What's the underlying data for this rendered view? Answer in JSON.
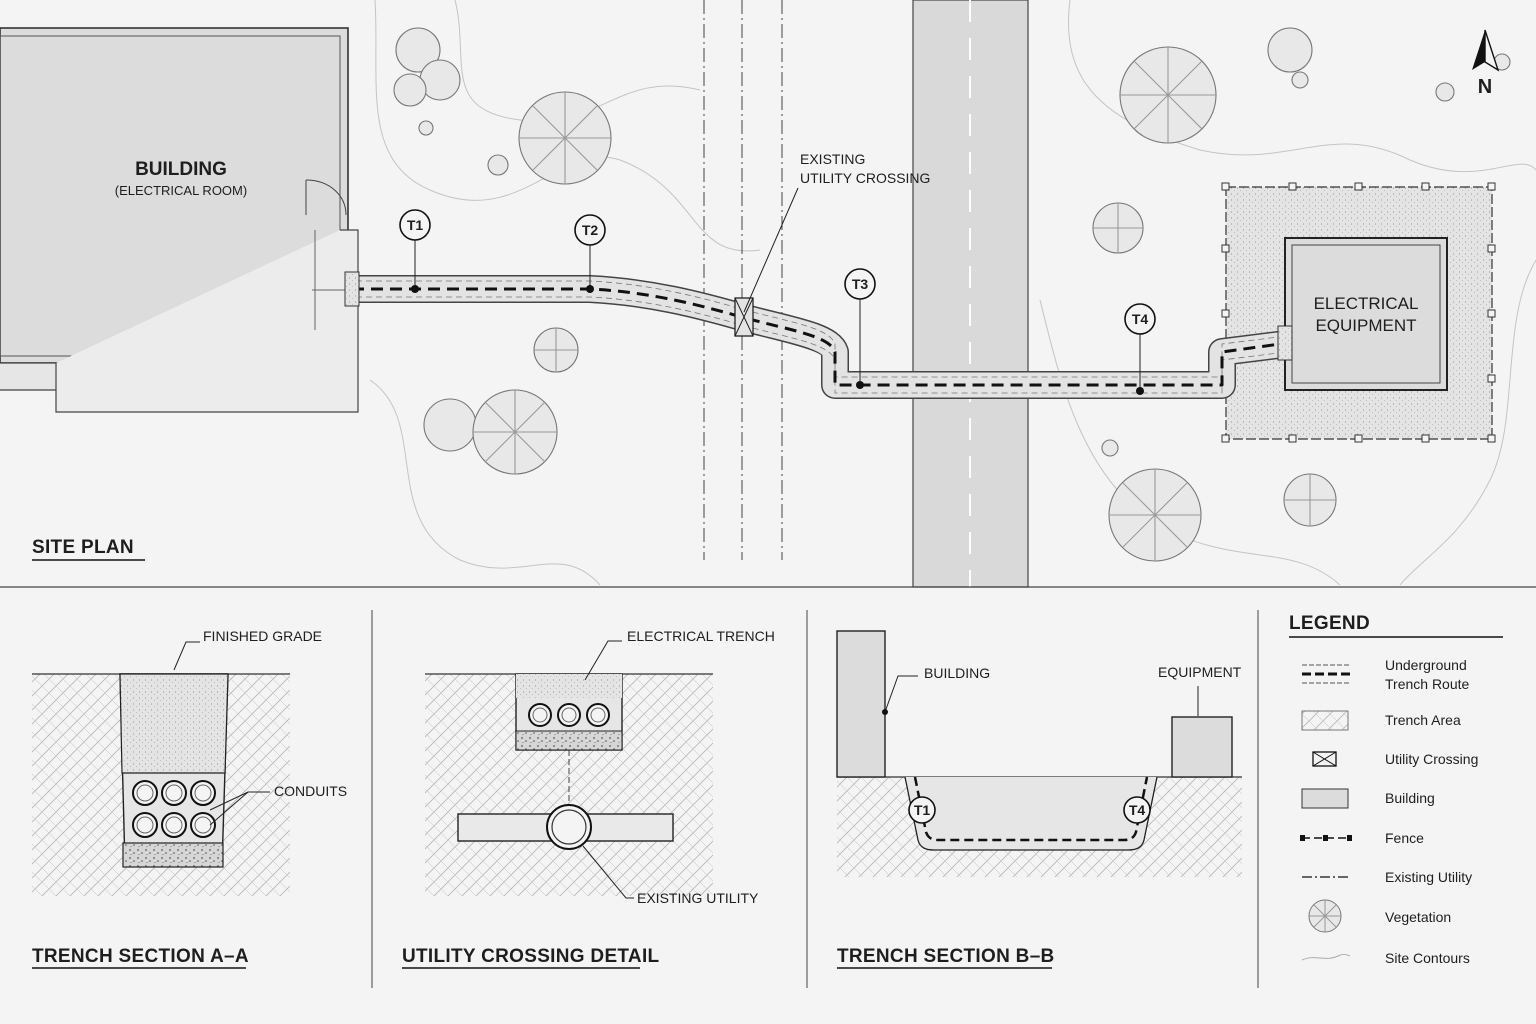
{
  "sheet": {
    "site_plan_title": "SITE PLAN",
    "section_aa_title": "TRENCH SECTION A–A",
    "crossing_detail_title": "UTILITY CROSSING DETAIL",
    "section_bb_title": "TRENCH SECTION B–B"
  },
  "site_plan": {
    "building_label": "BUILDING",
    "building_sublabel": "(ELECTRICAL ROOM)",
    "equipment_line1": "ELECTRICAL",
    "equipment_line2": "EQUIPMENT",
    "crossing_note_line1": "EXISTING",
    "crossing_note_line2": "UTILITY CROSSING",
    "north_label": "N",
    "tags": [
      "T1",
      "T2",
      "T3",
      "T4"
    ]
  },
  "section_aa": {
    "finished_grade": "FINISHED GRADE",
    "conduits": "CONDUITS"
  },
  "crossing_detail": {
    "electrical_trench": "ELECTRICAL TRENCH",
    "existing_utility": "EXISTING UTILITY"
  },
  "section_bb": {
    "building": "BUILDING",
    "equipment": "EQUIPMENT",
    "tag_left": "T1",
    "tag_right": "T4"
  },
  "legend": {
    "title": "LEGEND",
    "items": [
      {
        "label_line1": "Underground",
        "label_line2": "Trench Route",
        "icon": "dashed-route-icon"
      },
      {
        "label_line1": "Trench Area",
        "icon": "hatched-area-icon"
      },
      {
        "label_line1": "Utility Crossing",
        "icon": "x-box-icon"
      },
      {
        "label_line1": "Building",
        "icon": "grey-rect-icon"
      },
      {
        "label_line1": "Fence",
        "icon": "fence-line-icon"
      },
      {
        "label_line1": "Existing Utility",
        "icon": "dash-dot-line-icon"
      },
      {
        "label_line1": "Vegetation",
        "icon": "tree-icon"
      },
      {
        "label_line1": "Site Contours",
        "icon": "contour-line-icon"
      }
    ]
  },
  "colors": {
    "ink": "#1e1e1e",
    "paper": "#f4f4f4",
    "building_fill": "#dcdcdc",
    "road_fill": "#d9d9d9",
    "trench_fill": "#e3e3e3"
  }
}
